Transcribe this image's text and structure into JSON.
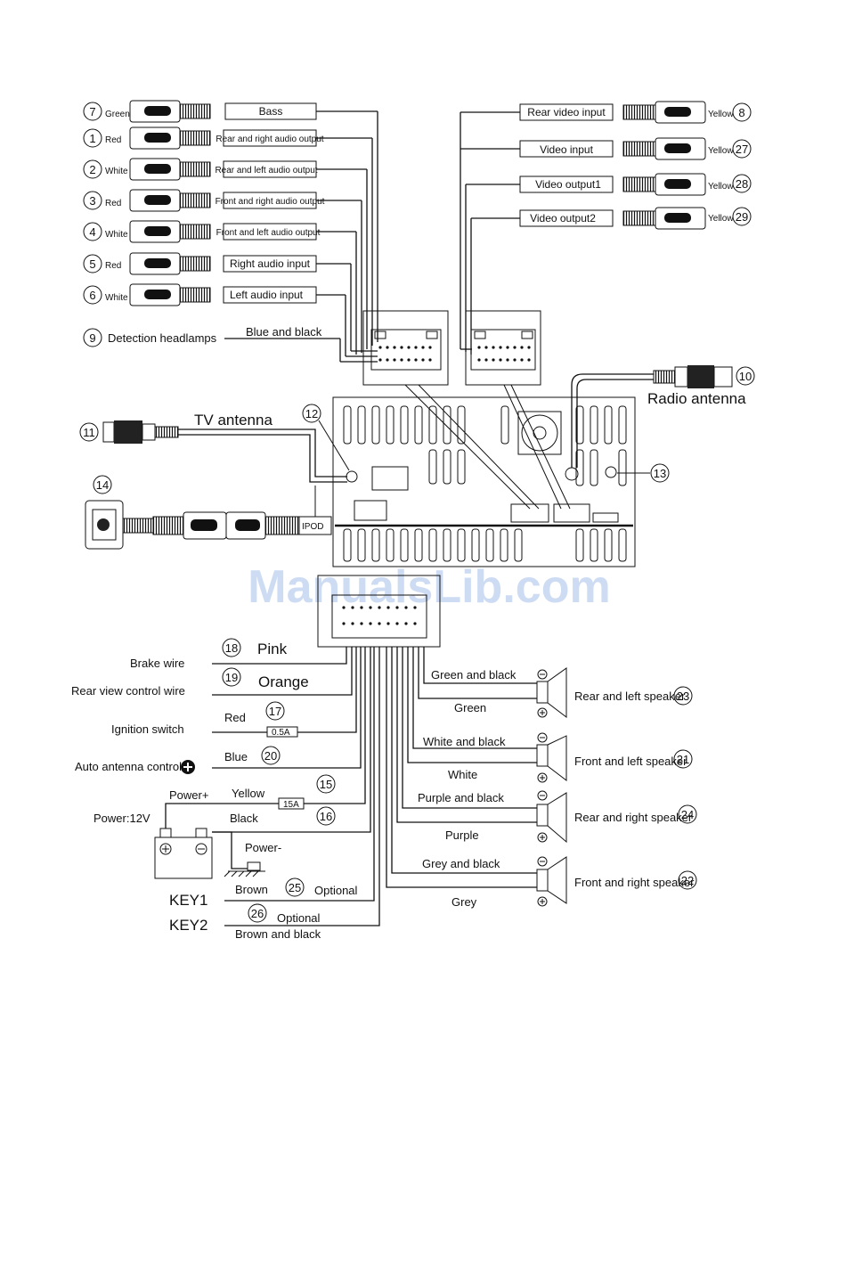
{
  "watermark": "ManualsLib.com",
  "rca_left": [
    {
      "num": "7",
      "color": "Green",
      "label": "Bass"
    },
    {
      "num": "1",
      "color": "Red",
      "label": "Rear and right audio output"
    },
    {
      "num": "2",
      "color": "White",
      "label": "Rear and left audio output"
    },
    {
      "num": "3",
      "color": "Red",
      "label": "Front and right audio output"
    },
    {
      "num": "4",
      "color": "White",
      "label": "Front and left audio output"
    },
    {
      "num": "5",
      "color": "Red",
      "label": "Right audio input"
    },
    {
      "num": "6",
      "color": "White",
      "label": "Left audio input"
    }
  ],
  "detection": {
    "num": "9",
    "label": "Detection headlamps",
    "wire": "Blue  and  black"
  },
  "rca_right": [
    {
      "num": "8",
      "color": "Yellow",
      "label": "Rear video input"
    },
    {
      "num": "27",
      "color": "Yellow",
      "label": "Video input"
    },
    {
      "num": "28",
      "color": "Yellow",
      "label": "Video output1"
    },
    {
      "num": "29",
      "color": "Yellow",
      "label": "Video output2"
    }
  ],
  "antennas": {
    "radio": {
      "num": "10",
      "label": "Radio antenna"
    },
    "tv": {
      "num": "11",
      "label": "TV antenna"
    },
    "n12": "12",
    "n13": "13",
    "n14": "14",
    "ipod": "IPOD"
  },
  "left_wires": {
    "brake": {
      "num": "18",
      "label": "Brake wire",
      "color": "Pink"
    },
    "rear_view": {
      "num": "19",
      "label": "Rear view control wire",
      "color": "Orange"
    },
    "ignition": {
      "num": "17",
      "label": "Ignition switch",
      "color": "Red",
      "fuse": "0.5A"
    },
    "auto_antenna": {
      "num": "20",
      "label": "Auto antenna control",
      "color": "Blue"
    },
    "power_plus": {
      "num": "15",
      "label": "Power+",
      "color": "Yellow",
      "fuse": "15A"
    },
    "power": {
      "num": "16",
      "label": "Power:12V",
      "color": "Black"
    },
    "power_minus": {
      "label": "Power-"
    },
    "key1": {
      "num": "25",
      "label": "KEY1",
      "color": "Brown",
      "note": "Optional"
    },
    "key2": {
      "num": "26",
      "label": "KEY2",
      "color": "Brown  and  black",
      "note": "Optional"
    }
  },
  "speakers": [
    {
      "num": "23",
      "label": "Rear and left speaker",
      "neg": "Green and black",
      "pos": "Green"
    },
    {
      "num": "21",
      "label": "Front and left speaker",
      "neg": "White and black",
      "pos": "White"
    },
    {
      "num": "24",
      "label": "Rear and right speaker",
      "neg": "Purple and black",
      "pos": "Purple"
    },
    {
      "num": "22",
      "label": "Front and right speaker",
      "neg": "Grey and black",
      "pos": "Grey"
    }
  ]
}
